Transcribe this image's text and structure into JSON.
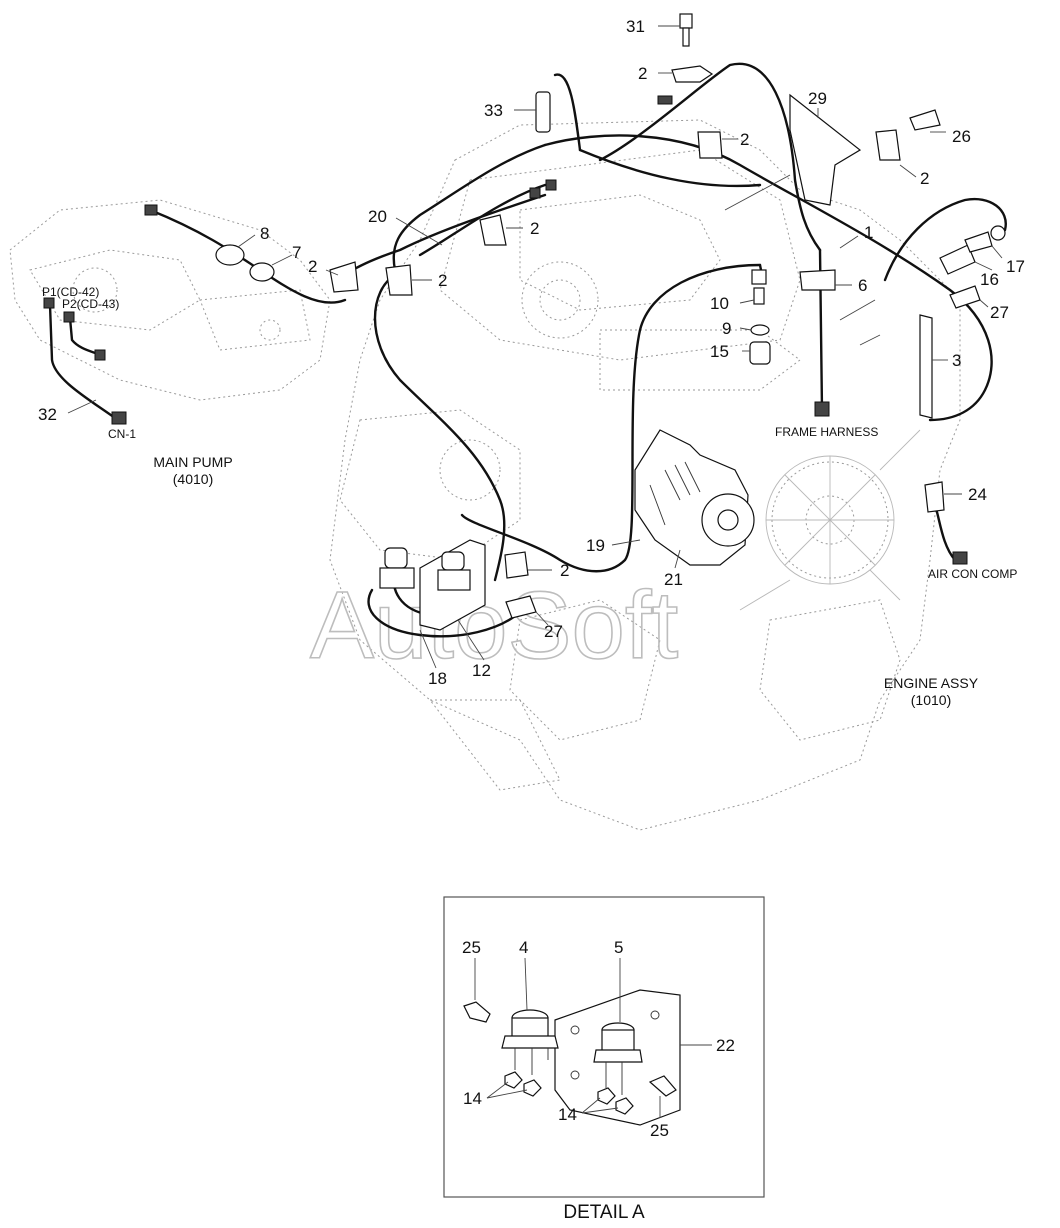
{
  "callouts": {
    "c1": "1",
    "c2a": "2",
    "c2b": "2",
    "c2c": "2",
    "c2d": "2",
    "c2e": "2",
    "c2f": "2",
    "c2g": "2",
    "c3": "3",
    "c4": "4",
    "c5": "5",
    "c6": "6",
    "c7": "7",
    "c8": "8",
    "c9": "9",
    "c10": "10",
    "c12": "12",
    "c14a": "14",
    "c14b": "14",
    "c15": "15",
    "c16": "16",
    "c17": "17",
    "c18": "18",
    "c19": "19",
    "c20": "20",
    "c21": "21",
    "c22": "22",
    "c24": "24",
    "c25a": "25",
    "c25b": "25",
    "c26": "26",
    "c27a": "27",
    "c27b": "27",
    "c29": "29",
    "c31": "31",
    "c32": "32",
    "c33": "33"
  },
  "tags": {
    "p1": "P1(CD-42)",
    "p2": "P2(CD-43)",
    "cn1": "CN-1",
    "frame_harness": "FRAME HARNESS",
    "air_con_comp": "AIR CON COMP"
  },
  "captions": {
    "main_pump": "MAIN PUMP",
    "main_pump_code": "(4010)",
    "engine_assy": "ENGINE ASSY",
    "engine_assy_code": "(1010)"
  },
  "detail_title": "DETAIL A",
  "watermark": "AutoSoft"
}
